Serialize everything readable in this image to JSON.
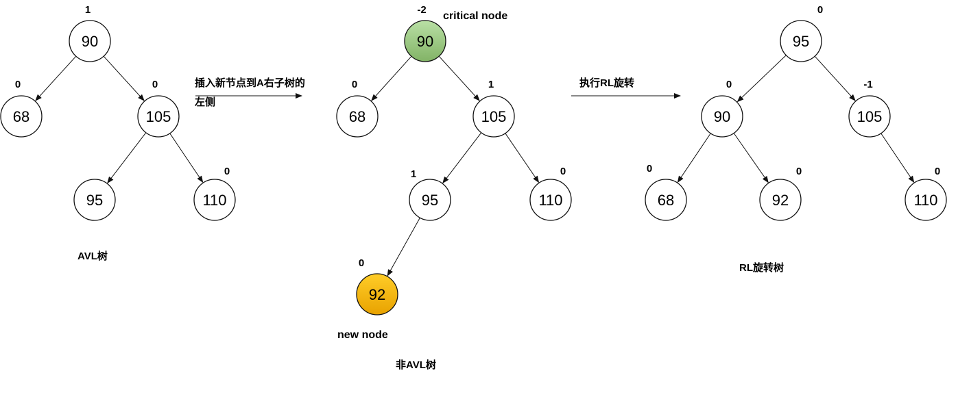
{
  "colors": {
    "node_fill": "#ffffff",
    "critical_node": [
      "#b9e0a5",
      "#82b366"
    ],
    "new_node": [
      "#ffcd28",
      "#e8a200"
    ],
    "stroke": "#111111"
  },
  "trees": [
    {
      "caption": "AVL树",
      "nodes": [
        {
          "id": "t1-90",
          "value": "90",
          "bf": "1"
        },
        {
          "id": "t1-68",
          "value": "68",
          "bf": "0"
        },
        {
          "id": "t1-105",
          "value": "105",
          "bf": "0"
        },
        {
          "id": "t1-95",
          "value": "95",
          "bf": ""
        },
        {
          "id": "t1-110",
          "value": "110",
          "bf": "0"
        }
      ],
      "edges": [
        [
          "t1-90",
          "t1-68"
        ],
        [
          "t1-90",
          "t1-105"
        ],
        [
          "t1-105",
          "t1-95"
        ],
        [
          "t1-105",
          "t1-110"
        ]
      ]
    },
    {
      "caption": "非AVL树",
      "nodes": [
        {
          "id": "t2-90",
          "value": "90",
          "bf": "-2",
          "style": "critical",
          "note": "critical node"
        },
        {
          "id": "t2-68",
          "value": "68",
          "bf": "0"
        },
        {
          "id": "t2-105",
          "value": "105",
          "bf": "1"
        },
        {
          "id": "t2-95",
          "value": "95",
          "bf": "1"
        },
        {
          "id": "t2-110",
          "value": "110",
          "bf": "0"
        },
        {
          "id": "t2-92",
          "value": "92",
          "bf": "0",
          "style": "new",
          "note": "new node"
        }
      ],
      "edges": [
        [
          "t2-90",
          "t2-68"
        ],
        [
          "t2-90",
          "t2-105"
        ],
        [
          "t2-105",
          "t2-95"
        ],
        [
          "t2-105",
          "t2-110"
        ],
        [
          "t2-95",
          "t2-92"
        ]
      ]
    },
    {
      "caption": "RL旋转树",
      "nodes": [
        {
          "id": "t3-95",
          "value": "95",
          "bf": "0"
        },
        {
          "id": "t3-90",
          "value": "90",
          "bf": "0"
        },
        {
          "id": "t3-105",
          "value": "105",
          "bf": "-1"
        },
        {
          "id": "t3-68",
          "value": "68",
          "bf": "0"
        },
        {
          "id": "t3-92",
          "value": "92",
          "bf": "0"
        },
        {
          "id": "t3-110",
          "value": "110",
          "bf": "0"
        }
      ],
      "edges": [
        [
          "t3-95",
          "t3-90"
        ],
        [
          "t3-95",
          "t3-105"
        ],
        [
          "t3-90",
          "t3-68"
        ],
        [
          "t3-90",
          "t3-92"
        ],
        [
          "t3-105",
          "t3-110"
        ]
      ]
    }
  ],
  "arrows": [
    {
      "id": "arrow-1",
      "label_lines": [
        "插入新节点到A右子树的",
        "左侧"
      ]
    },
    {
      "id": "arrow-2",
      "label_lines": [
        "执行RL旋转"
      ]
    }
  ]
}
